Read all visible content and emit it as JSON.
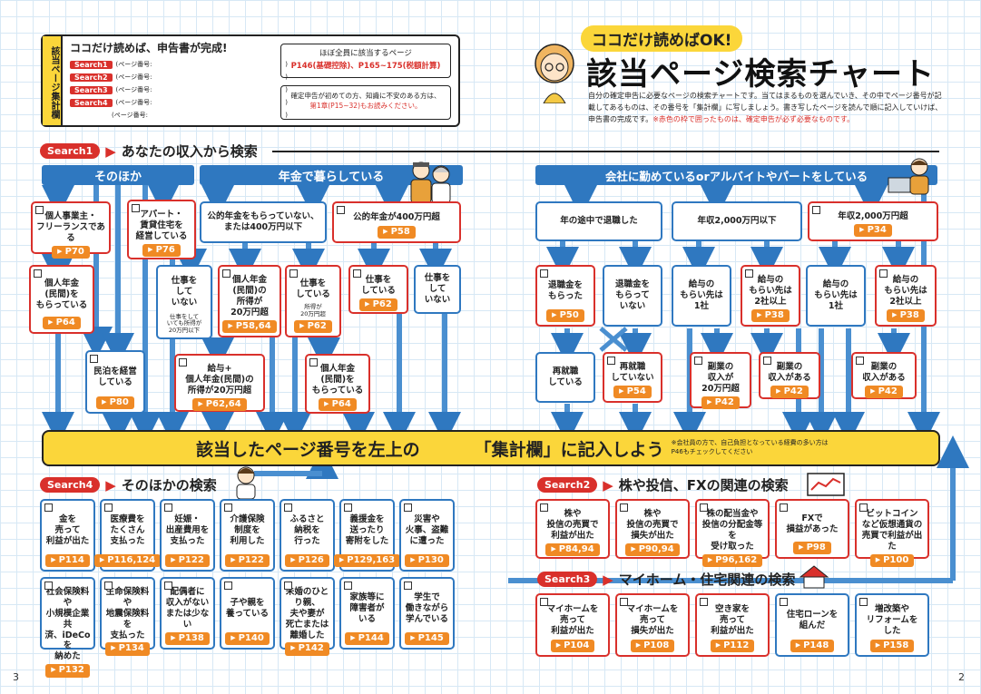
{
  "summary": {
    "vertical_title": "該当ページ集計欄",
    "heading": "ココだけ読めば、申告書が完成!",
    "rows": [
      {
        "label": "Search1",
        "hint": "(ページ番号:",
        "close": ")"
      },
      {
        "label": "Search2",
        "hint": "(ページ番号:",
        "close": ")"
      },
      {
        "label": "Search3",
        "hint": "(ページ番号:",
        "close": ")"
      },
      {
        "label": "Search4",
        "hint": "(ページ番号:",
        "close": ")"
      },
      {
        "label": "",
        "hint": "(ページ番号:",
        "close": ")"
      }
    ],
    "note1_title": "ほぼ全員に該当するページ",
    "note1_pages": "P146(基礎控除)、P165~175(税額計算)",
    "note2_line1": "確定申告が初めての方、知識に不安のある方は、",
    "note2_line2": "第1章(P15~32)もお読みください。"
  },
  "title": {
    "bubble": "ココだけ読めばOK!",
    "main": "該当ページ検索チャート",
    "desc": "自分の確定申告に必要なページの検索チャートです。当てはまるものを選んでいき、その中でページ番号が記載してあるものは、その番号を「集計欄」に写しましょう。書き写したページを読んで順に記入していけば、申告書の完成です。",
    "desc_red": "※赤色の枠で囲ったものは、確定申告が必ず必要なものです。"
  },
  "search1": {
    "badge": "Search1",
    "title": "あなたの収入から検索",
    "cat_other": "そのほか",
    "cat_pension": "年金で暮らしている",
    "cat_company": "会社に勤めているorアルバイトやパートをしている"
  },
  "boxes": {
    "self_employed": {
      "text": "個人事業主・\nフリーランスである",
      "page": "P70"
    },
    "apartment": {
      "text": "アパート・\n賃貸住宅を\n経営している",
      "page": "P76"
    },
    "pension_less": {
      "text": "公的年金をもらっていない、\nまたは400万円以下"
    },
    "pension_over": {
      "text": "公的年金が400万円超",
      "page": "P58"
    },
    "private_pension": {
      "text": "個人年金\n(民間)を\nもらっている",
      "page": "P64"
    },
    "no_work": {
      "text": "仕事を\nして\nいない",
      "sub": "仕事をして\nいても所得が\n20万円以下"
    },
    "private_income": {
      "text": "個人年金\n(民間)の\n所得が\n20万円超",
      "page": "P58,64"
    },
    "work_20": {
      "text": "仕事を\nしている",
      "sub": "所得が\n20万円超",
      "page": "P62"
    },
    "working": {
      "text": "仕事を\nしている",
      "page": "P62"
    },
    "not_working": {
      "text": "仕事を\nして\nいない"
    },
    "minpaku": {
      "text": "民泊を経営\nしている",
      "page": "P80"
    },
    "salary_private": {
      "text": "給与+\n個人年金(民間)の\n所得が20万円超",
      "page": "P62,64"
    },
    "private_pension2": {
      "text": "個人年金\n(民間)を\nもらっている",
      "page": "P64"
    },
    "retired": {
      "text": "年の途中で退職した"
    },
    "under2000": {
      "text": "年収2,000万円以下"
    },
    "over2000": {
      "text": "年収2,000万円超",
      "page": "P34"
    },
    "got_severance": {
      "text": "退職金を\nもらった",
      "page": "P50"
    },
    "no_severance": {
      "text": "退職金を\nもらって\nいない"
    },
    "salary_one": {
      "text": "給与の\nもらい先は\n1社"
    },
    "salary_two": {
      "text": "給与の\nもらい先は\n2社以上",
      "page": "P38"
    },
    "salary_one_b": {
      "text": "給与の\nもらい先は\n1社"
    },
    "salary_two_b": {
      "text": "給与の\nもらい先は\n2社以上",
      "page": "P38"
    },
    "reemployed": {
      "text": "再就職\nしている"
    },
    "not_reemployed": {
      "text": "再就職\nしていない",
      "page": "P54"
    },
    "side_20": {
      "text": "副業の\n収入が\n20万円超",
      "page": "P42"
    },
    "side_any": {
      "text": "副業の\n収入がある",
      "page": "P42"
    },
    "side_any_b": {
      "text": "副業の\n収入がある",
      "page": "P42"
    }
  },
  "banner": {
    "left": "該当したページ番号を左上の",
    "right": "「集計欄」に記入しよう",
    "note": "※会社員の方で、自己負担となっている経費の多い方はP46もチェックしてください"
  },
  "search4": {
    "badge": "Search4",
    "title": "そのほかの検索",
    "items": [
      {
        "text": "金を\n売って\n利益が出た",
        "page": "P114"
      },
      {
        "text": "医療費を\nたくさん\n支払った",
        "page": "P116,124"
      },
      {
        "text": "妊娠・\n出産費用を\n支払った",
        "page": "P122"
      },
      {
        "text": "介護保険\n制度を\n利用した",
        "page": "P122"
      },
      {
        "text": "ふるさと\n納税を\n行った",
        "page": "P126"
      },
      {
        "text": "義援金を\n送ったり\n寄附をした",
        "page": "P129,163"
      },
      {
        "text": "災害や\n火事、盗難\nに遭った",
        "page": "P130"
      },
      {
        "text": "社会保険料や\n小規模企業共\n済、iDeCoを\n納めた",
        "page": "P132"
      },
      {
        "text": "生命保険料や\n地震保険料を\n支払った",
        "page": "P134"
      },
      {
        "text": "配偶者に\n収入がない\nまたは少ない",
        "page": "P138"
      },
      {
        "text": "子や親を\n養っている",
        "page": "P140"
      },
      {
        "text": "未婚のひとり親、\n夫や妻が\n死亡または\n離婚した",
        "page": "P142"
      },
      {
        "text": "家族等に\n障害者が\nいる",
        "page": "P144"
      },
      {
        "text": "学生で\n働きながら\n学んでいる",
        "page": "P145"
      }
    ]
  },
  "search2": {
    "badge": "Search2",
    "title": "株や投信、FXの関連の検索",
    "items": [
      {
        "text": "株や\n投信の売買で\n利益が出た",
        "page": "P84,94"
      },
      {
        "text": "株や\n投信の売買で\n損失が出た",
        "page": "P90,94"
      },
      {
        "text": "株の配当金や\n投信の分配金等を\n受け取った",
        "page": "P96,162"
      },
      {
        "text": "FXで\n損益があった",
        "page": "P98"
      },
      {
        "text": "ビットコイン\nなど仮想通貨の\n売買で利益が出た",
        "page": "P100"
      }
    ]
  },
  "search3": {
    "badge": "Search3",
    "title": "マイホーム・住宅関連の検索",
    "items": [
      {
        "text": "マイホームを\n売って\n利益が出た",
        "page": "P104"
      },
      {
        "text": "マイホームを\n売って\n損失が出た",
        "page": "P108"
      },
      {
        "text": "空き家を\n売って\n利益が出た",
        "page": "P112"
      },
      {
        "text": "住宅ローンを\n組んだ",
        "page": "P148"
      },
      {
        "text": "増改築や\nリフォームを\nした",
        "page": "P158"
      }
    ]
  },
  "page_left": "3",
  "page_right": "2",
  "colors": {
    "blue": "#2f78c0",
    "red": "#d9302b",
    "orange": "#f08a24",
    "yellow": "#fbd63a"
  }
}
